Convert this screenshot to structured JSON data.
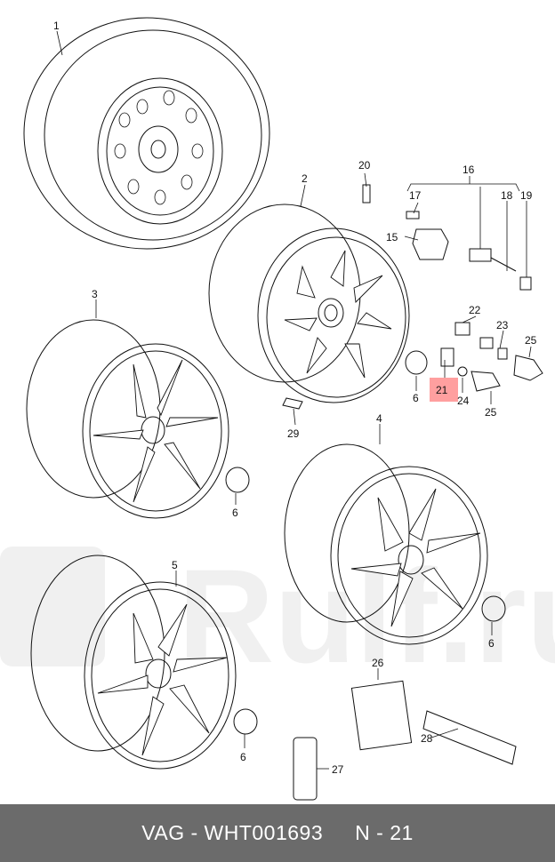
{
  "labels": {
    "p1": "1",
    "p2": "2",
    "p3": "3",
    "p4": "4",
    "p5": "5",
    "p6a": "6",
    "p6b": "6",
    "p6c": "6",
    "p6d": "6",
    "p15": "15",
    "p16": "16",
    "p17": "17",
    "p18": "18",
    "p19": "19",
    "p20": "20",
    "p21": "21",
    "p22": "22",
    "p23": "23",
    "p24": "24",
    "p25a": "25",
    "p25b": "25",
    "p26": "26",
    "p27": "27",
    "p28": "28",
    "p29": "29"
  },
  "highlight_color": "#ff9f9f",
  "watermark": "Rulf.ru",
  "footer": {
    "part_number": "VAG - WHT001693",
    "position": "N - 21"
  }
}
